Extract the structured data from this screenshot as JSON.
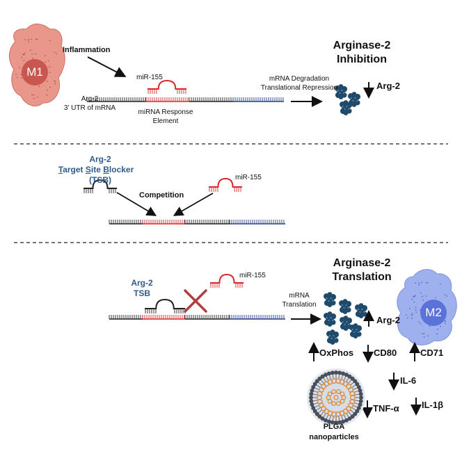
{
  "panel1": {
    "m1_label": "M1",
    "inflammation": "Inflammation",
    "mir155": "miR-155",
    "utr_label_line1": "Arg-2",
    "utr_label_line2": "3' UTR of mRNA",
    "mre_line1": "miRNA Response",
    "mre_line2": "Element",
    "degradation_line1": "mRNA Degradation",
    "degradation_line2": "Translational Repression",
    "title_line1": "Arginase-2",
    "title_line2": "Inhibition",
    "arg2": "Arg-2"
  },
  "panel2": {
    "tsb_line1": "Arg-2",
    "tsb_line2_T": "T",
    "tsb_line2_a": "arget ",
    "tsb_line2_S": "S",
    "tsb_line2_b": "ite ",
    "tsb_line2_B": "B",
    "tsb_line2_c": "locker",
    "tsb_line3": "(TSB)",
    "competition": "Competition",
    "mir155": "miR-155"
  },
  "panel3": {
    "tsb_line1": "Arg-2",
    "tsb_line2": "TSB",
    "mir155": "miR-155",
    "translation_line1": "mRNA",
    "translation_line2": "Translation",
    "title_line1": "Arginase-2",
    "title_line2": "Translation",
    "m2_label": "M2",
    "arg2": "Arg-2",
    "oxphos": "OxPhos",
    "cd80": "CD80",
    "cd71": "CD71",
    "il6": "IL-6",
    "tnfa": "TNF-α",
    "il1b": "IL-1β",
    "plga_line1": "PLGA",
    "plga_line2": "nanoparticles"
  },
  "colors": {
    "m1_cell": "#e8978a",
    "m1_nucleus": "#c8574f",
    "m2_cell": "#9fb0ef",
    "m2_nucleus": "#5b73d8",
    "mre_red": "#d8282a",
    "utr_blue": "#2a3f8f",
    "protein": "#1f4a6b",
    "tsb_blue": "#2e5b8c",
    "nanoparticle_orange": "#e0893a"
  }
}
